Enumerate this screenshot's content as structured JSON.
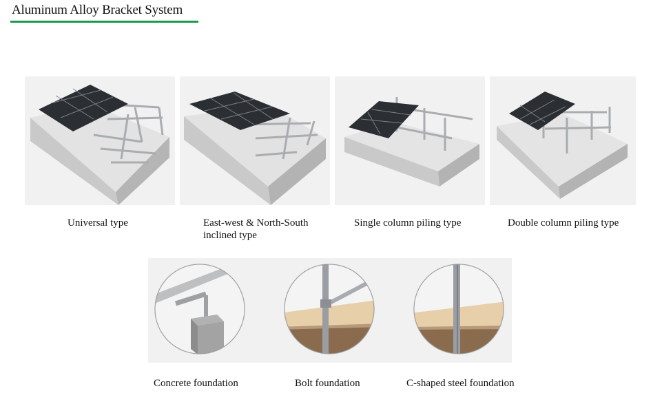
{
  "title": "Aluminum Alloy Bracket System",
  "colors": {
    "underline": "#1a9a4c"
  },
  "mounting_types": [
    {
      "label": "Universal type"
    },
    {
      "label_line1": "East-west & North-South",
      "label_line2": "inclined type"
    },
    {
      "label": "Single column piling type"
    },
    {
      "label": "Double column piling type"
    }
  ],
  "foundations": [
    {
      "label": "Concrete foundation"
    },
    {
      "label": "Bolt foundation"
    },
    {
      "label": "C-shaped steel foundation"
    }
  ]
}
